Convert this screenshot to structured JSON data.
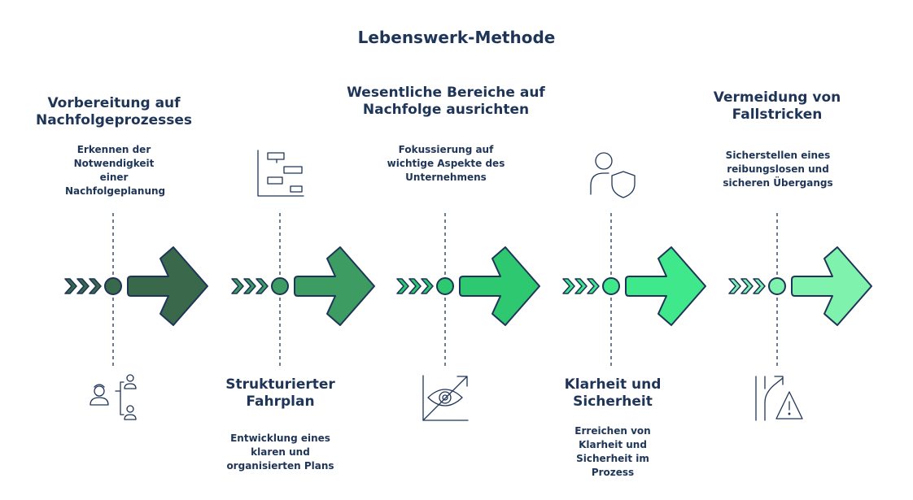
{
  "title": "Lebenswerk-Methode",
  "colors": {
    "outline": "#1f3558",
    "step1": "#39684a",
    "step2": "#3c9c62",
    "step3": "#2dc870",
    "step4": "#3fe88b",
    "step5": "#7ff3ae"
  },
  "steps": [
    {
      "title": "Vorbereitung auf Nachfolgeprozesses",
      "description": "Erkennen der Notwendigkeit einer Nachfolgeplanung",
      "icon": "people-hierarchy-icon"
    },
    {
      "title": "Strukturierter Fahrplan",
      "description": "Entwicklung eines klaren und organisierten Plans",
      "icon": "gantt-chart-icon"
    },
    {
      "title": "Wesentliche Bereiche auf Nachfolge ausrichten",
      "description": "Fokussierung auf wichtige Aspekte des Unternehmens",
      "icon": "eye-focus-icon"
    },
    {
      "title": "Klarheit und Sicherheit",
      "description": "Erreichen von Klarheit und Sicherheit im Prozess",
      "icon": "user-shield-icon"
    },
    {
      "title": "Vermeidung von Fallstricken",
      "description": "Sicherstellen eines reibungslosen und sicheren Übergangs",
      "icon": "road-warning-icon"
    }
  ]
}
